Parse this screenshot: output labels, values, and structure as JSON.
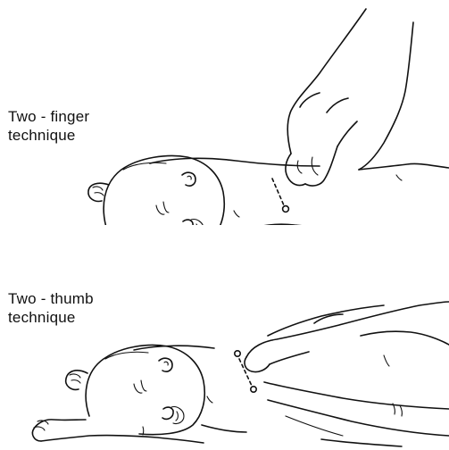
{
  "panels": [
    {
      "caption_line1": "Two - finger",
      "caption_line2": "technique"
    },
    {
      "caption_line1": "Two - thumb",
      "caption_line2": "technique"
    }
  ]
}
